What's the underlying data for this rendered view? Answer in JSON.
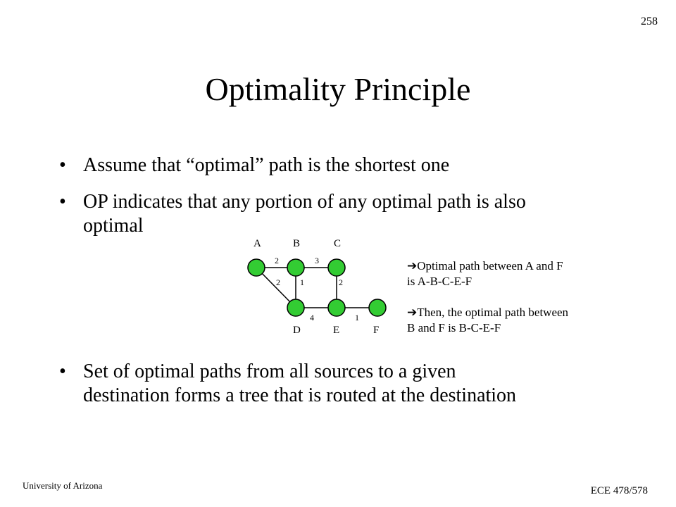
{
  "page_number": "258",
  "title": "Optimality Principle",
  "bullets": [
    {
      "text": "Assume that “optimal” path is the shortest one"
    },
    {
      "text_line1": "OP indicates that any portion of any optimal path is also",
      "text_line2": "optimal"
    },
    {
      "text_line1": "Set of optimal paths from all sources to a given",
      "text_line2": "destination forms a tree that is routed at the destination"
    }
  ],
  "bullet_symbol": "•",
  "graph": {
    "nodes": [
      {
        "id": "A",
        "label": "A"
      },
      {
        "id": "B",
        "label": "B"
      },
      {
        "id": "C",
        "label": "C"
      },
      {
        "id": "D",
        "label": "D"
      },
      {
        "id": "E",
        "label": "E"
      },
      {
        "id": "F",
        "label": "F"
      }
    ],
    "edges": [
      {
        "from": "A",
        "to": "B",
        "weight": "2"
      },
      {
        "from": "B",
        "to": "C",
        "weight": "3"
      },
      {
        "from": "A",
        "to": "D",
        "weight": "2"
      },
      {
        "from": "B",
        "to": "D",
        "weight": "1"
      },
      {
        "from": "C",
        "to": "E",
        "weight": "2"
      },
      {
        "from": "D",
        "to": "E",
        "weight": "4"
      },
      {
        "from": "E",
        "to": "F",
        "weight": "1"
      }
    ],
    "node_color": "#33cc33"
  },
  "notes": [
    {
      "arrow": "➔",
      "line1": "Optimal path between A and F",
      "line2": "is A-B-C-E-F"
    },
    {
      "arrow": "➔",
      "line1": "Then, the optimal path between",
      "line2": "B and F is B-C-E-F"
    }
  ],
  "footer": {
    "left": "University of Arizona",
    "right": "ECE 478/578"
  }
}
